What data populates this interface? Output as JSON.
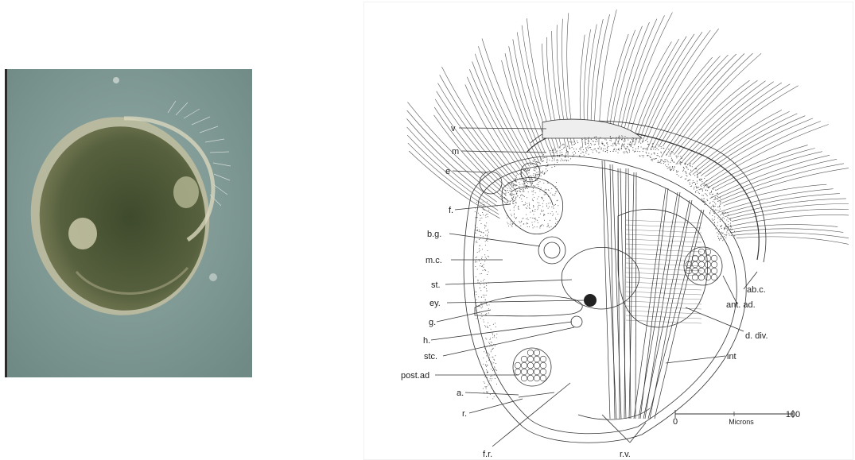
{
  "labels": {
    "v": "v",
    "m": "m",
    "e": "e",
    "f": "f.",
    "bg": "b.g.",
    "mc": "m.c.",
    "st": "st.",
    "ey": "ey.",
    "g": "g.",
    "h": "h.",
    "stc": "stc.",
    "post_ad": "post.ad",
    "a": "a.",
    "r": "r.",
    "fr": "f.r.",
    "rv": "r.v.",
    "abc": "ab.c.",
    "ant_ad": "ant. ad.",
    "d_div": "d. div.",
    "int": "int"
  },
  "scale_bar": {
    "start": "0",
    "unit": "Microns",
    "end": "100"
  },
  "colors": {
    "photo_background": "#7f9a96",
    "shell": "#c9c3a0",
    "larva_body": "#4a5436",
    "ink": "#333333"
  }
}
